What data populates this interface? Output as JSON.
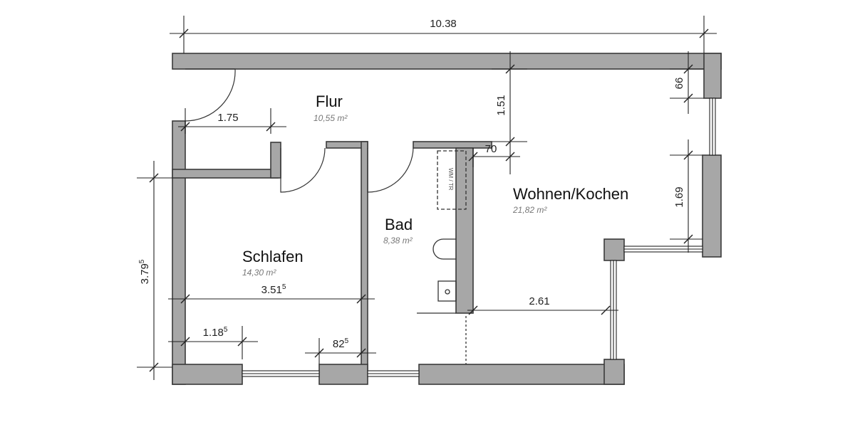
{
  "rooms": [
    {
      "name": "Flur",
      "area": "10,55 m²"
    },
    {
      "name": "Schlafen",
      "area": "14,30 m²"
    },
    {
      "name": "Bad",
      "area": "8,38 m²"
    },
    {
      "name": "Wohnen/Kochen",
      "area": "21,82 m²"
    }
  ],
  "dimensions": {
    "total_width": "10.38",
    "flur_width": "1.75",
    "flur_depth": "1.51",
    "kitchen_offset": "70",
    "window_upper": "66",
    "window_lower": "1.69",
    "schlafen_height_main": "3.79",
    "schlafen_height_sup": "5",
    "schlafen_width_main": "3.51",
    "schlafen_width_sup": "5",
    "window_left_main": "1.18",
    "window_left_sup": "5",
    "door_width_main": "82",
    "door_width_sup": "5",
    "living_width": "2.61"
  },
  "fixtures": {
    "washer_label": "WM / TR"
  }
}
